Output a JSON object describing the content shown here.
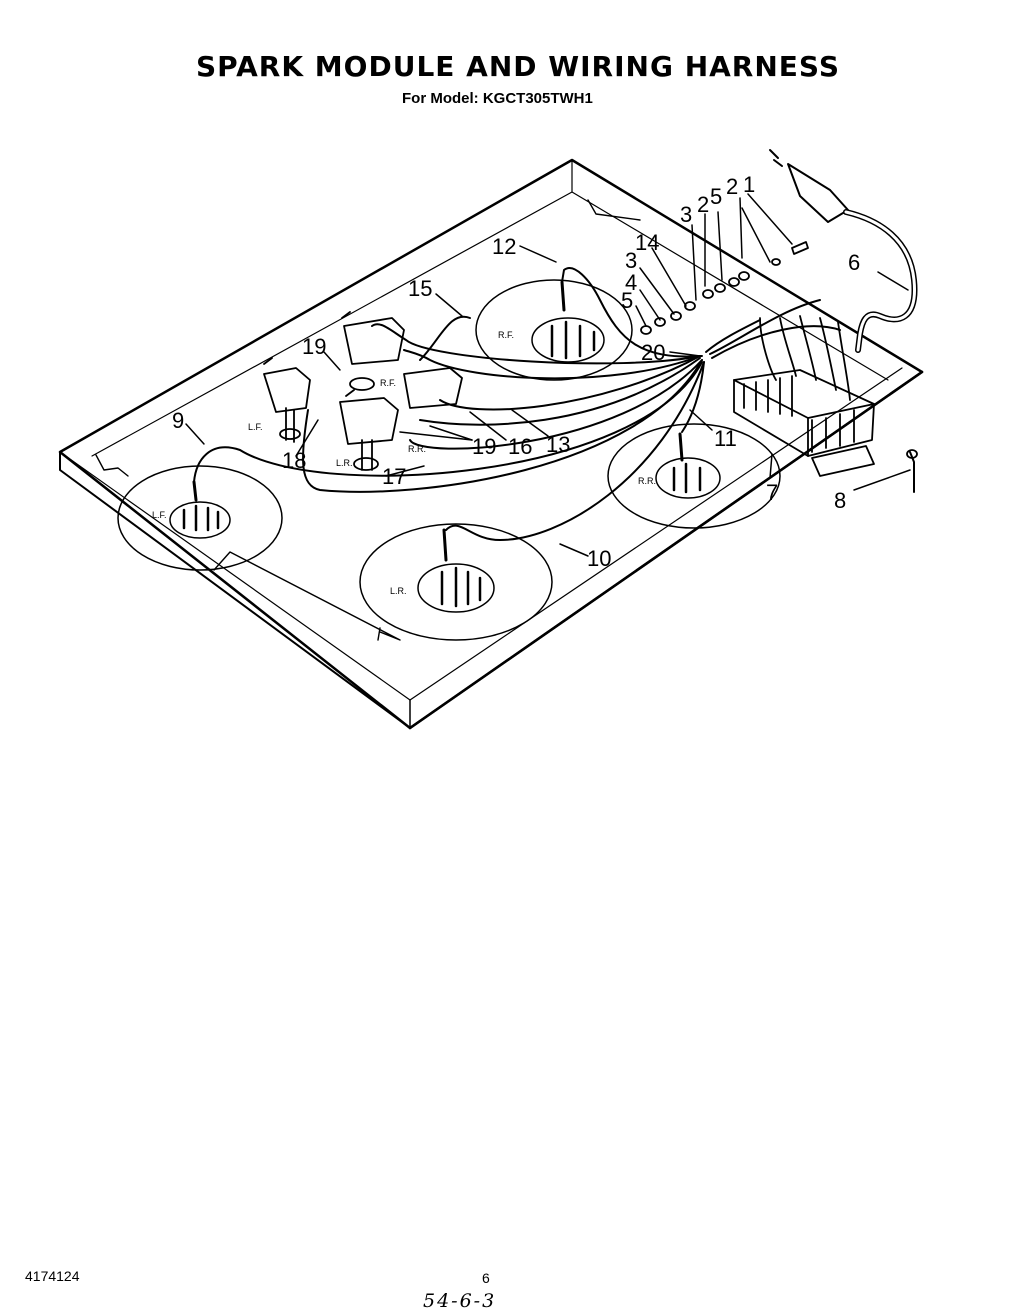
{
  "header": {
    "title": "SPARK MODULE AND WIRING HARNESS",
    "subtitle": "For Model: KGCT305TWH1"
  },
  "burner_labels": {
    "left_front": "L.F.",
    "left_rear": "L.R.",
    "right_front": "R.F.",
    "right_rear": "R.R."
  },
  "callouts": {
    "c1": "1",
    "c2a": "2",
    "c2b": "2",
    "c3a": "3",
    "c3b": "3",
    "c4": "4",
    "c5a": "5",
    "c5b": "5",
    "c6": "6",
    "c7": "7",
    "c8": "8",
    "c9": "9",
    "c10": "10",
    "c11": "11",
    "c12": "12",
    "c13": "13",
    "c14": "14",
    "c15": "15",
    "c16": "16",
    "c17": "17",
    "c18": "18",
    "c19a": "19",
    "c19b": "19",
    "c20": "20"
  },
  "footer": {
    "doc_number": "4174124",
    "page_number": "6",
    "handwritten_note": "54-6-3"
  }
}
